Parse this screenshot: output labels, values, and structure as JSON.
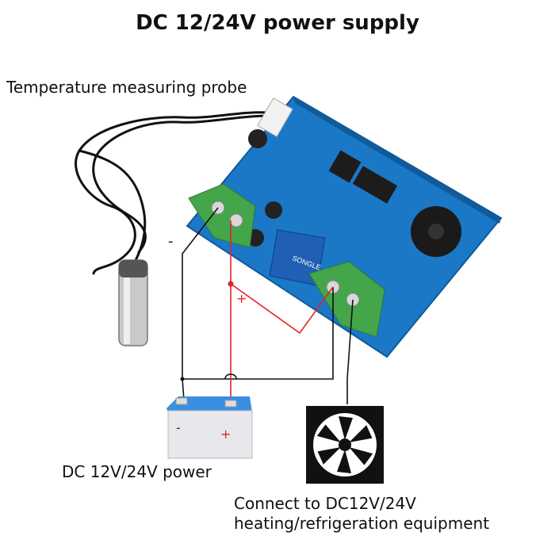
{
  "title": "DC 12/24V power supply",
  "labels": {
    "probe": "Temperature measuring probe",
    "power": "DC 12V/24V power",
    "equipment_line1": "Connect to DC12V/24V",
    "equipment_line2": "heating/refrigeration equipment"
  },
  "polarity": {
    "board_negative": "-",
    "board_positive": "+",
    "battery_negative": "-",
    "battery_positive": "+"
  },
  "relay_text": "SONGLE",
  "colors": {
    "board": "#1a78c6",
    "terminal": "#43a64a",
    "positive_wire": "#e0242a",
    "negative_wire": "#111111",
    "battery_top": "#3a8fe0"
  }
}
